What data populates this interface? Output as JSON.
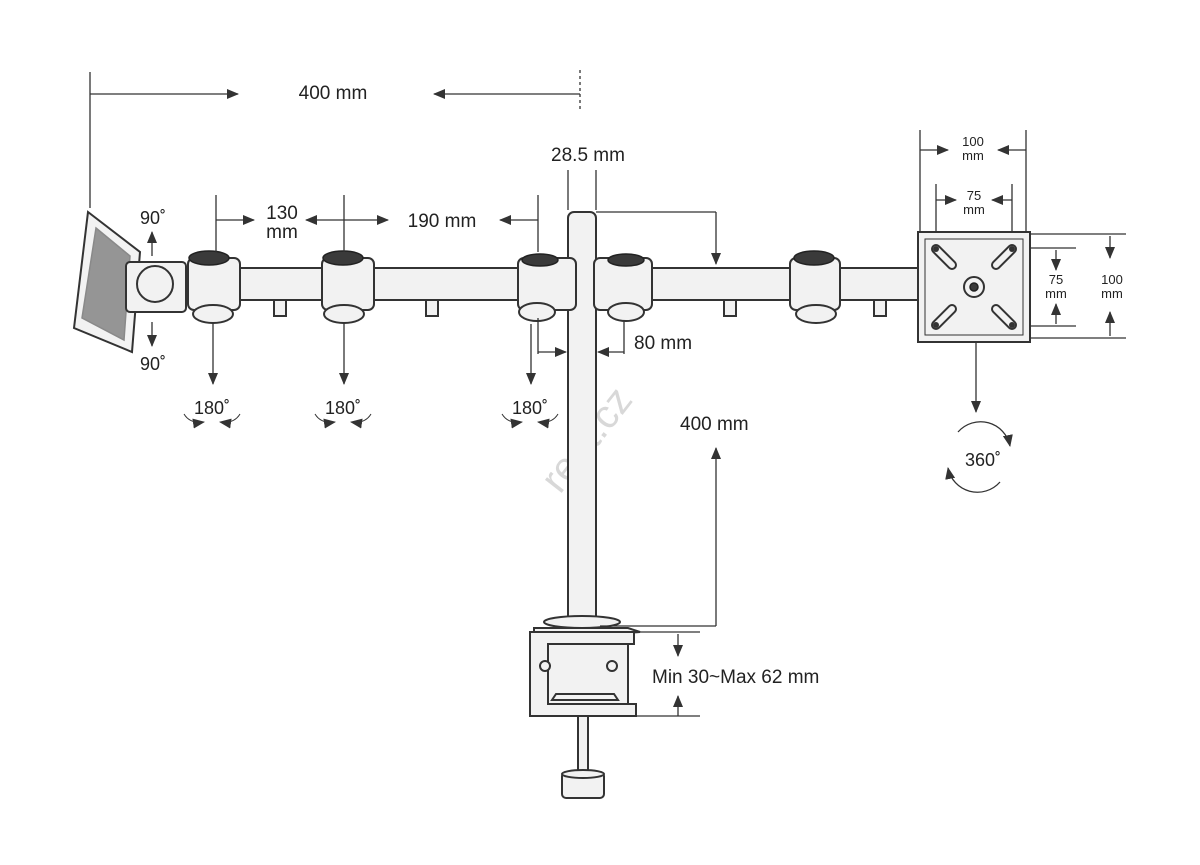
{
  "dimensions": {
    "span_half": "400 mm",
    "arm_seg1": "130 mm",
    "arm_seg1_a": "130",
    "arm_seg1_b": "mm",
    "arm_seg2": "190 mm",
    "pole_diameter": "28.5 mm",
    "arm_drop": "80 mm",
    "pole_height": "400 mm",
    "clamp_range": "Min 30~Max 62 mm",
    "vesa_outer_a": "100",
    "vesa_outer_b": "mm",
    "vesa_inner_a": "75",
    "vesa_inner_b": "mm"
  },
  "rotations": {
    "tilt_up": "90˚",
    "tilt_down": "90˚",
    "swivel": "180˚",
    "rotate": "360˚"
  },
  "watermark": "rent.cz"
}
